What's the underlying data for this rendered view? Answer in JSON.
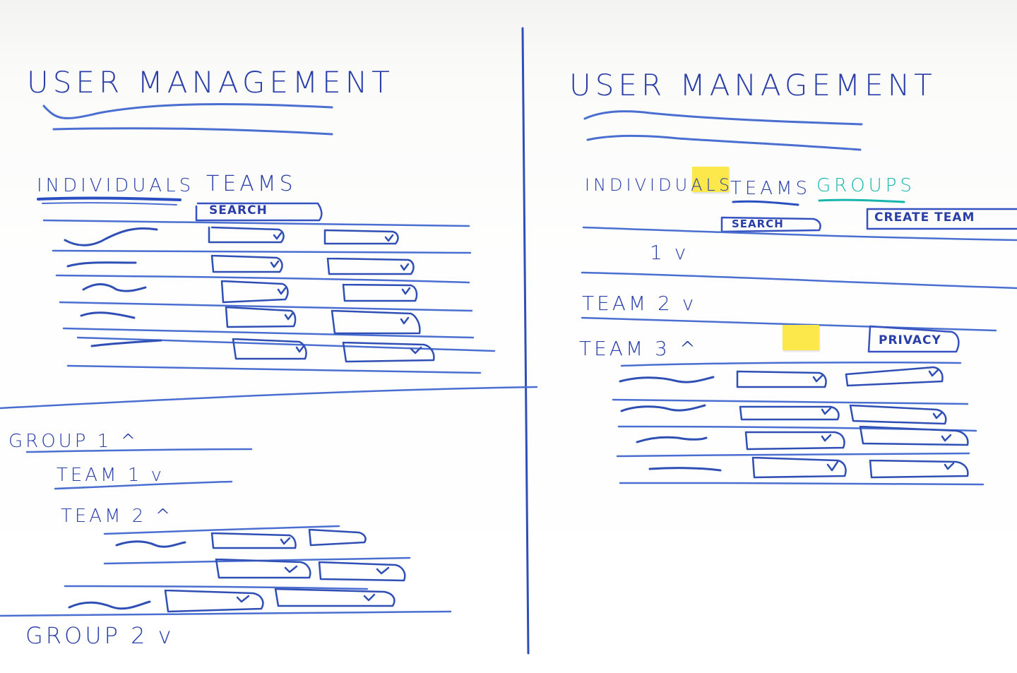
{
  "colors": {
    "ink_blue": "#2a3ea8",
    "ink_line": "#4a6fd0",
    "ink_teal": "#18b5ad",
    "sticky_yellow": "#fce84a"
  },
  "left_panel": {
    "title": "USER MANAGEMENT",
    "tabs": {
      "individuals": "INDIVIDUALS",
      "teams": "TEAMS"
    },
    "search_label": "SEARCH",
    "groups": {
      "group1": "GROUP 1 ^",
      "team1": "TEAM 1 v",
      "team2": "TEAM 2 ^",
      "group2": "GROUP 2 v"
    }
  },
  "right_panel": {
    "title": "USER MANAGEMENT",
    "tabs": {
      "individuals": "INDIVIDUALS",
      "teams": "TEAMS",
      "groups": "GROUPS"
    },
    "search_label": "SEARCH",
    "create_team_label": "CREATE TEAM",
    "rows": {
      "team1": "1 v",
      "team2": "TEAM 2 v",
      "team3": "TEAM 3 ^"
    },
    "privacy_label": "PRIVACY"
  }
}
